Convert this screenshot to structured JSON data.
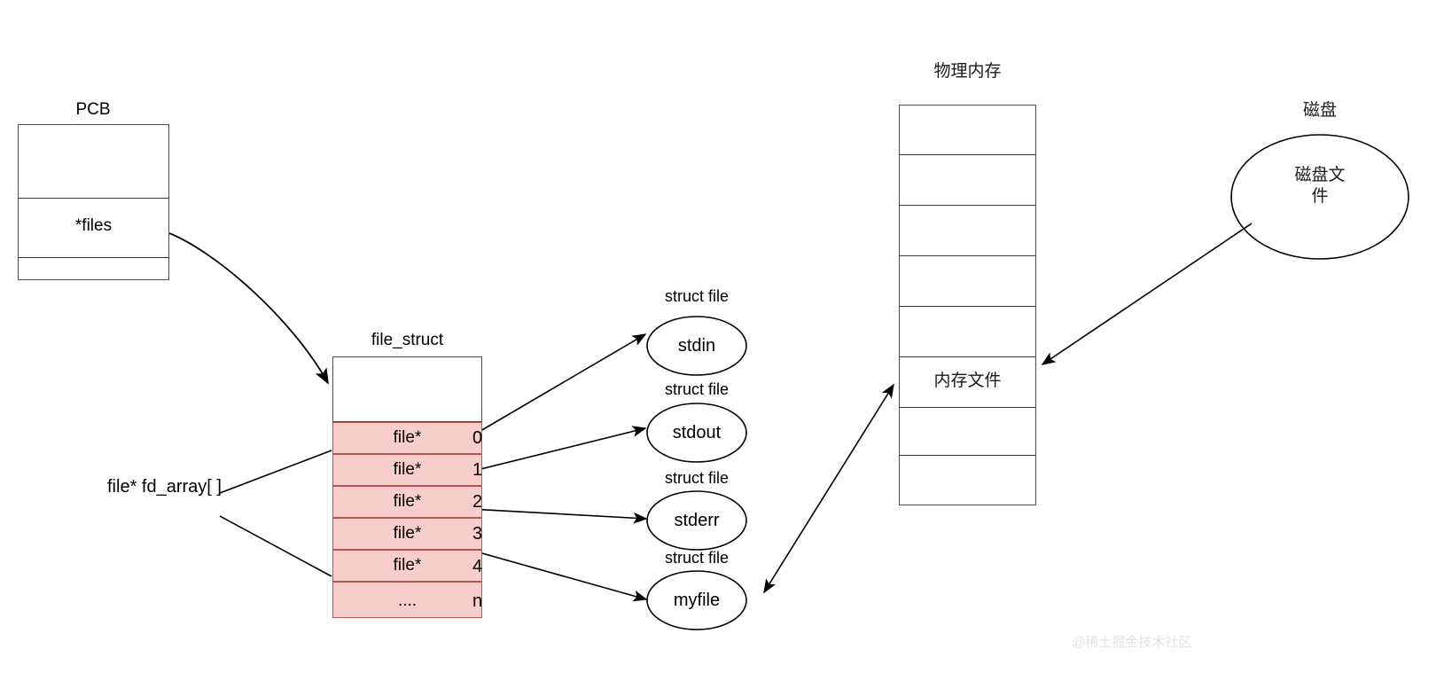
{
  "diagram": {
    "title_pcb": "PCB",
    "title_file_struct": "file_struct",
    "title_phys_mem": "物理内存",
    "title_disk": "磁盘",
    "fd_array_label": "file* fd_array[ ]",
    "watermark": "@稀土掘金技术社区"
  },
  "pcb": {
    "rows": [
      {
        "label": ""
      },
      {
        "label": "*files"
      },
      {
        "label": ""
      }
    ]
  },
  "file_struct": {
    "header": "",
    "entries": [
      {
        "label": "file*",
        "index": "0"
      },
      {
        "label": "file*",
        "index": "1"
      },
      {
        "label": "file*",
        "index": "2"
      },
      {
        "label": "file*",
        "index": "3"
      },
      {
        "label": "file*",
        "index": "4"
      },
      {
        "label": "....",
        "index": "n"
      }
    ]
  },
  "file_nodes": [
    {
      "caption": "struct file",
      "name": "stdin"
    },
    {
      "caption": "struct file",
      "name": "stdout"
    },
    {
      "caption": "struct file",
      "name": "stderr"
    },
    {
      "caption": "struct file",
      "name": "myfile"
    }
  ],
  "physical_memory": {
    "rows": [
      {
        "label": ""
      },
      {
        "label": ""
      },
      {
        "label": ""
      },
      {
        "label": ""
      },
      {
        "label": ""
      },
      {
        "label": "内存文件"
      },
      {
        "label": ""
      },
      {
        "label": ""
      }
    ]
  },
  "disk": {
    "file_label_line1": "磁盘文",
    "file_label_line2": "件"
  },
  "colors": {
    "fd_cell_fill": "#f8cecc",
    "fd_cell_stroke": "#b85450",
    "box_stroke": "#4d4d4d",
    "arrow_stroke": "#000000",
    "text": "#000000"
  }
}
